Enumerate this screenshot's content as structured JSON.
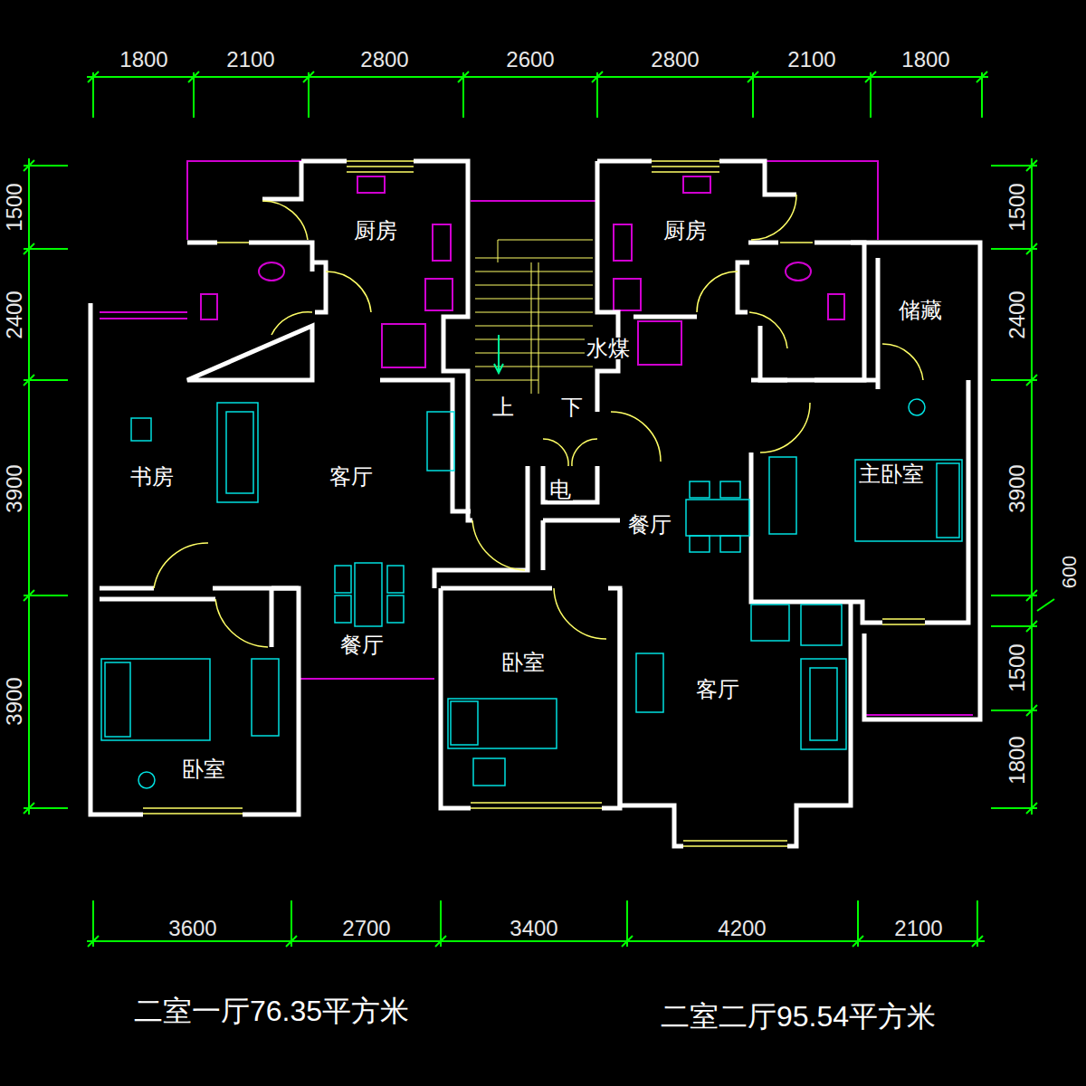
{
  "diagram": {
    "labels": [
      "1800",
      "2100",
      "2800",
      "2600",
      "2800",
      "2100",
      "1800",
      "1500",
      "2400",
      "3900",
      "3900",
      "1500",
      "2400",
      "3900",
      "600",
      "1500",
      "1800",
      "3600",
      "2700",
      "3400",
      "4200",
      "2100",
      "厨房",
      "厨房",
      "水煤",
      "储藏",
      "书房",
      "客厅",
      "上",
      "下",
      "电",
      "主卧室",
      "餐厅",
      "餐厅",
      "卧室",
      "客厅",
      "卧室",
      "二室一厅76.35平方米",
      "二室二厅95.54平方米"
    ]
  }
}
